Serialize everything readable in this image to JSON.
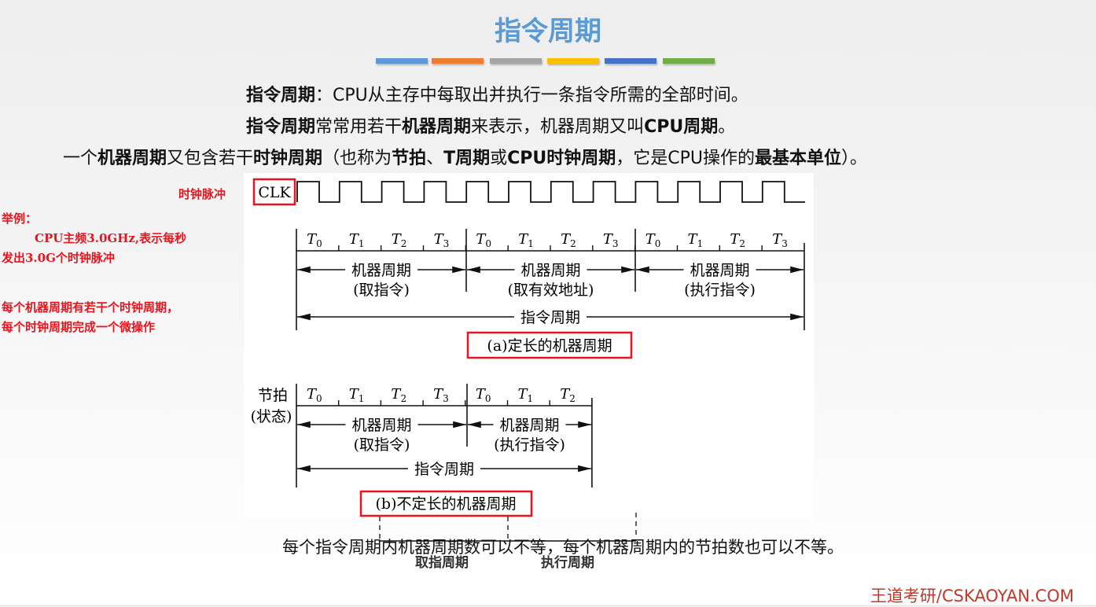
{
  "title": "指令周期",
  "bar_colors": [
    "#5b9bd5",
    "#ed7d31",
    "#a5a5a5",
    "#ffc000",
    "#4472c4",
    "#70ad47"
  ],
  "lines": [
    [
      {
        "t": "指令周期",
        "b": true
      },
      {
        "t": "：CPU从主存中每取出并执行一条指令所需的全部时间。",
        "b": false
      }
    ],
    [
      {
        "t": "指令周期",
        "b": true
      },
      {
        "t": "常常用若干",
        "b": false
      },
      {
        "t": "机器周期",
        "b": true
      },
      {
        "t": "来表示，机器周期又叫",
        "b": false
      },
      {
        "t": "CPU周期",
        "b": true
      },
      {
        "t": "。",
        "b": false
      }
    ],
    [
      {
        "t": "一个",
        "b": false
      },
      {
        "t": "机器周期",
        "b": true
      },
      {
        "t": "又包含若干",
        "b": false
      },
      {
        "t": "时钟周期",
        "b": true
      },
      {
        "t": "（也称为",
        "b": false
      },
      {
        "t": "节拍",
        "b": true
      },
      {
        "t": "、",
        "b": false
      },
      {
        "t": "T周期",
        "b": true
      },
      {
        "t": "或",
        "b": false
      },
      {
        "t": "CPU时钟周期",
        "b": true
      },
      {
        "t": "，它是CPU操作的",
        "b": false
      },
      {
        "t": "最基本单位",
        "b": true
      },
      {
        "t": "）。",
        "b": false
      }
    ]
  ],
  "notes": {
    "clock_pulse": "时钟脉冲",
    "example_title": "举例：",
    "example_line1": "CPU主频3.0GHz,表示每秒",
    "example_line2": "发出3.0G个时钟脉冲",
    "cycle_line1": "每个机器周期有若干个时钟周期，",
    "cycle_line2": "每个时钟周期完成一个微操作"
  },
  "diagram_a": {
    "clk_label": "CLK",
    "clock_pulses": 12,
    "beats": [
      "0",
      "1",
      "2",
      "3",
      "0",
      "1",
      "2",
      "3",
      "0",
      "1",
      "2",
      "3"
    ],
    "machine_cycles": [
      {
        "label": "机器周期",
        "sub": "(取指令)"
      },
      {
        "label": "机器周期",
        "sub": "(取有效地址)"
      },
      {
        "label": "机器周期",
        "sub": "(执行指令)"
      }
    ],
    "instruction_cycle": "指令周期",
    "caption": "(a)定长的机器周期"
  },
  "diagram_b": {
    "beat_label": "节拍",
    "beat_label_sub": "(状态)",
    "beats": [
      "0",
      "1",
      "2",
      "3",
      "0",
      "1",
      "2"
    ],
    "machine_cycles": [
      {
        "label": "机器周期",
        "sub": "(取指令)"
      },
      {
        "label": "机器周期",
        "sub": "(执行指令)"
      }
    ],
    "instruction_cycle": "指令周期",
    "caption": "(b)不定长的机器周期"
  },
  "overlap": {
    "fetch_cycle": "取指周期",
    "execute_cycle": "执行周期"
  },
  "sentence": "每个指令周期内机器周期数可以不等，每个机器周期内的节拍数也可以不等。",
  "footer": "王道考研/CSKAOYAN.COM"
}
